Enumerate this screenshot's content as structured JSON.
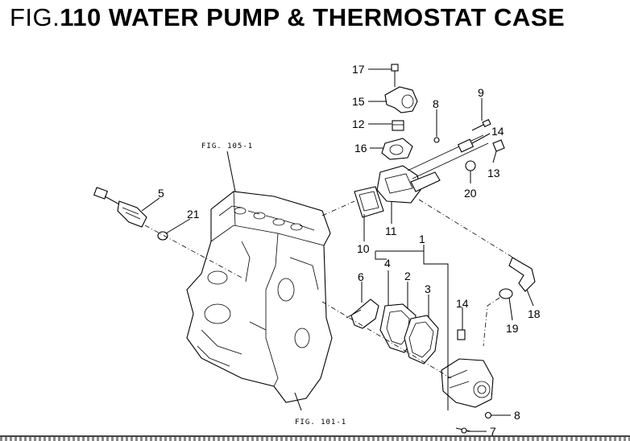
{
  "header": {
    "title_prefix": "FIG.",
    "title_main": "110 WATER PUMP & THERMOSTAT CASE"
  },
  "references": {
    "fig_105": "FIG. 105-1",
    "fig_101": "FIG. 101-1"
  },
  "callouts": {
    "p2": "2",
    "p3": "3",
    "p4": "4",
    "p5": "5",
    "p6": "6",
    "p7": "7",
    "p8a": "8",
    "p8b": "8",
    "p9": "9",
    "p10": "10",
    "p11": "11",
    "p12": "12",
    "p13": "13",
    "p14a": "14",
    "p14b": "14",
    "p15": "15",
    "p16": "16",
    "p17": "17",
    "p18": "18",
    "p19": "19",
    "p20": "20",
    "p21": "21",
    "p1": "1"
  }
}
